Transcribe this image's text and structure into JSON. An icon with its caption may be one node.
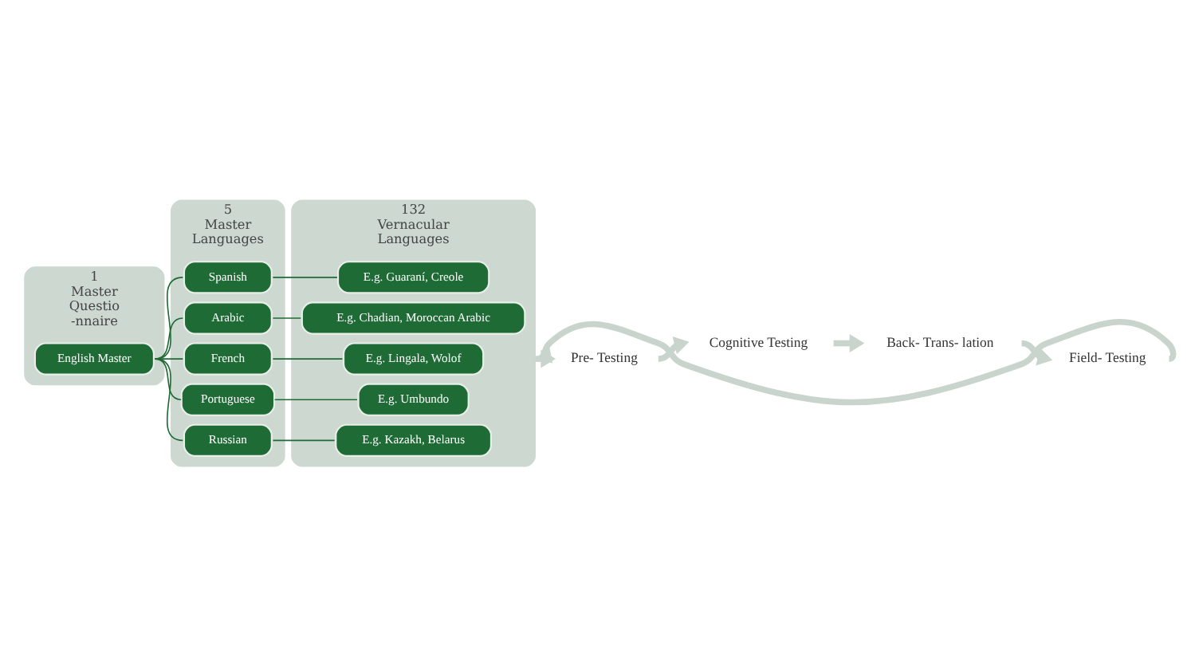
{
  "diagram": {
    "nodes": [
      {
        "text": [
          "1",
          "Master Questio -nnaire"
        ]
      },
      {
        "text": [
          "English Master"
        ],
        "in": 0
      },
      {
        "text": [
          "5",
          "Master Languages"
        ]
      },
      {
        "text": [
          "Spanish"
        ],
        "in": 2
      },
      {
        "text": [
          "Arabic"
        ],
        "in": 2
      },
      {
        "text": [
          "French"
        ],
        "in": 2
      },
      {
        "text": [
          "Portuguese"
        ],
        "in": 2
      },
      {
        "text": [
          "Russian"
        ],
        "in": 2
      },
      {
        "text": [
          "132",
          "Vernacular Languages"
        ]
      },
      {
        "text": [
          "E.g. Guaraní, Creole"
        ],
        "in": 8
      },
      {
        "text": [
          "E.g. Chadian, Moroccan Arabic"
        ],
        "in": 8
      },
      {
        "text": [
          "E.g. Lingala, Wolof"
        ],
        "in": 8
      },
      {
        "text": [
          "E.g. Umbundo"
        ],
        "in": 8
      },
      {
        "text": [
          "E.g. Kazakh, Belarus"
        ],
        "in": 8
      },
      {
        "text": [
          "Cognitive Testing"
        ]
      },
      {
        "text": [
          "Pre- Testing"
        ]
      },
      {
        "text": [
          "Back- Trans- lation"
        ]
      },
      {
        "text": [
          "Field- Testing"
        ]
      }
    ],
    "edges": [
      {
        "from": 1,
        "to": 3,
        "arrow": "none"
      },
      {
        "from": 1,
        "to": 4,
        "arrow": "none"
      },
      {
        "from": 1,
        "to": 5,
        "arrow": "none"
      },
      {
        "from": 1,
        "to": 6,
        "arrow": "none"
      },
      {
        "from": 1,
        "to": 7,
        "arrow": "none"
      },
      {
        "from": 3,
        "to": 9,
        "arrow": "none"
      },
      {
        "from": 4,
        "to": 10,
        "arrow": "none"
      },
      {
        "from": 5,
        "to": 11,
        "arrow": "none"
      },
      {
        "from": 6,
        "to": 12,
        "arrow": "none"
      },
      {
        "from": 7,
        "to": 13,
        "arrow": "none"
      },
      {
        "from": 8,
        "to": 15,
        "arrow": "to",
        "style": "thick",
        "color": "#c9d5cc"
      },
      {
        "from": 15,
        "to": 14,
        "arrow": "to",
        "style": "thick",
        "color": "#c9d5cc"
      },
      {
        "from": 14,
        "to": 16,
        "arrow": "to",
        "style": "thick",
        "color": "#c9d5cc"
      },
      {
        "from": 16,
        "to": 17,
        "arrow": "to",
        "style": "thick",
        "color": "#c9d5cc"
      },
      {
        "from": 17,
        "to": 15,
        "arrow": "to",
        "style": "thick",
        "color": "#c9d5cc"
      }
    ]
  }
}
